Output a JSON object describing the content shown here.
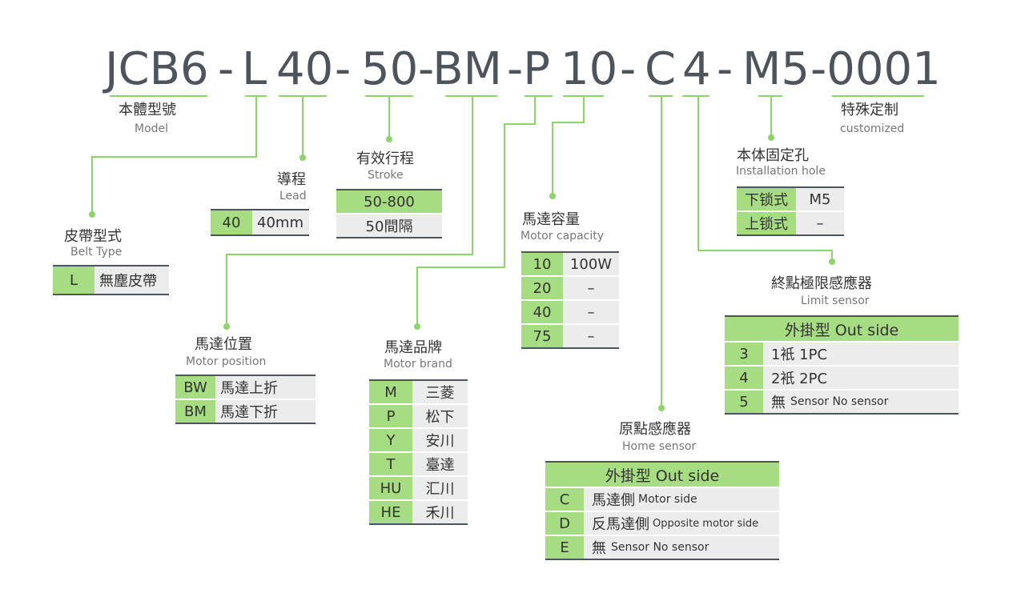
{
  "code": {
    "parts": [
      "JCB6",
      "-",
      "L",
      "40",
      "-",
      "50",
      "-BM",
      "-P",
      "10",
      "-",
      "C",
      "4",
      "-",
      "M5",
      "-0001"
    ]
  },
  "model": {
    "zh": "本體型號",
    "en": "Model"
  },
  "customized": {
    "zh": "特殊定制",
    "en": "customized"
  },
  "belt": {
    "zh": "皮帶型式",
    "en": "Belt Type",
    "rows": [
      {
        "code": "L",
        "desc": "無塵皮帶"
      }
    ]
  },
  "lead": {
    "zh": "導程",
    "en": "Lead",
    "rows": [
      {
        "code": "40",
        "desc": "40mm"
      }
    ]
  },
  "stroke": {
    "zh": "有效行程",
    "en": "Stroke",
    "rows": [
      "50-800",
      "50間隔"
    ]
  },
  "motor_position": {
    "zh": "馬達位置",
    "en": "Motor position",
    "rows": [
      {
        "code": "BW",
        "desc": "馬達上折"
      },
      {
        "code": "BM",
        "desc": "馬達下折"
      }
    ]
  },
  "motor_brand": {
    "zh": "馬達品牌",
    "en": "Motor brand",
    "rows": [
      {
        "code": "M",
        "desc": "三菱"
      },
      {
        "code": "P",
        "desc": "松下"
      },
      {
        "code": "Y",
        "desc": "安川"
      },
      {
        "code": "T",
        "desc": "臺達"
      },
      {
        "code": "HU",
        "desc": "汇川"
      },
      {
        "code": "HE",
        "desc": "禾川"
      }
    ]
  },
  "motor_capacity": {
    "zh": "馬達容量",
    "en": "Motor capacity",
    "rows": [
      {
        "code": "10",
        "desc": "100W"
      },
      {
        "code": "20",
        "desc": "–"
      },
      {
        "code": "40",
        "desc": "–"
      },
      {
        "code": "75",
        "desc": "–"
      }
    ]
  },
  "home_sensor": {
    "zh": "原點感應器",
    "en": "Home sensor",
    "header": "外掛型 Out side",
    "rows": [
      {
        "code": "C",
        "desc": "馬達側",
        "en": "Motor side"
      },
      {
        "code": "D",
        "desc": "反馬達側",
        "en": "Opposite motor side"
      },
      {
        "code": "E",
        "desc": "無",
        "en": "Sensor No sensor"
      }
    ]
  },
  "limit_sensor": {
    "zh": "終點極限感應器",
    "en": "Limit sensor",
    "header": "外掛型 Out side",
    "rows": [
      {
        "code": "3",
        "desc": "1衹 1PC"
      },
      {
        "code": "4",
        "desc": "2衹 2PC"
      },
      {
        "code": "5",
        "desc": "無",
        "en": "Sensor No sensor"
      }
    ]
  },
  "install_hole": {
    "zh": "本体固定孔",
    "en": "Installation hole",
    "rows": [
      {
        "code": "下锁式",
        "desc": "M5"
      },
      {
        "code": "上锁式",
        "desc": "–"
      }
    ]
  },
  "colors": {
    "accent": "#a6dc82",
    "line": "#8fd46a",
    "text": "#4d545c",
    "cell": "#ececec"
  }
}
